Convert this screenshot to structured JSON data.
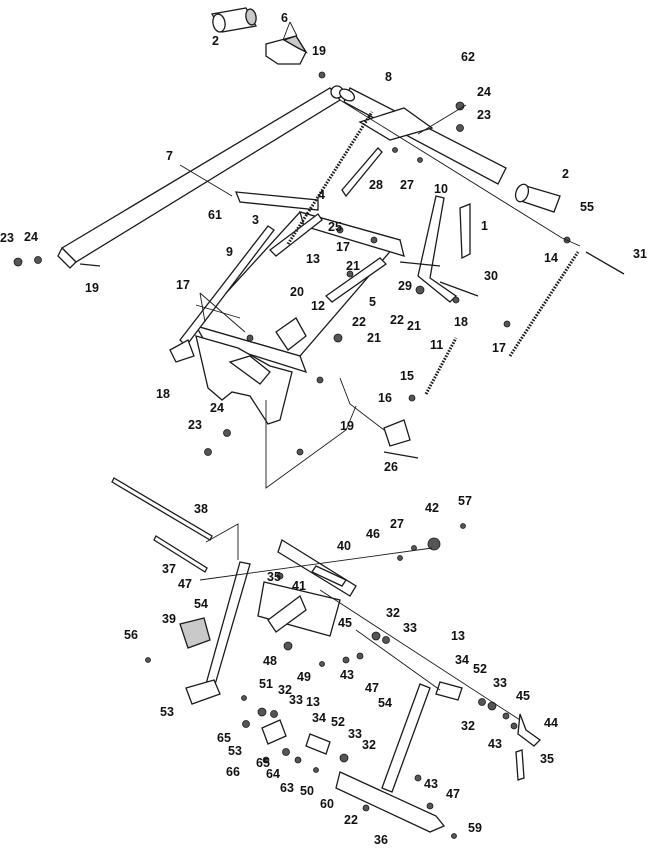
{
  "diagram": {
    "callouts": {
      "c2a": "2",
      "c6": "6",
      "c19a": "19",
      "c8": "8",
      "c62": "62",
      "c24a": "24",
      "c23a": "23",
      "c7": "7",
      "c28": "28",
      "c27a": "27",
      "c10": "10",
      "c2b": "2",
      "c4": "4",
      "c61": "61",
      "c55": "55",
      "c3": "3",
      "c1": "1",
      "c25": "25",
      "c17a": "17",
      "c23b": "23",
      "c24b": "24",
      "c19b": "19",
      "c9": "9",
      "c13a": "13",
      "c21a": "21",
      "c29": "29",
      "c30": "30",
      "c31": "31",
      "c14": "14",
      "c20": "20",
      "c17b": "17",
      "c12": "12",
      "c5": "5",
      "c22a": "22",
      "c21b": "21",
      "c18a": "18",
      "c22b": "22",
      "c21c": "21",
      "c11": "11",
      "c17c": "17",
      "c18b": "18",
      "c15": "15",
      "c24c": "24",
      "c16": "16",
      "c23c": "23",
      "c19c": "19",
      "c26": "26",
      "c38": "38",
      "c42": "42",
      "c57": "57",
      "c46": "46",
      "c27b": "27",
      "c40": "40",
      "c37": "37",
      "c35a": "35",
      "c47a": "47",
      "c41": "41",
      "c54a": "54",
      "c39": "39",
      "c45a": "45",
      "c32a": "32",
      "c33a": "33",
      "c13b": "13",
      "c56": "56",
      "c48": "48",
      "c43a": "43",
      "c49": "49",
      "c47b": "47",
      "c34a": "34",
      "c52a": "52",
      "c33b": "33",
      "c51": "51",
      "c32b": "32",
      "c53a": "53",
      "c13c": "13",
      "c54b": "54",
      "c45b": "45",
      "c33c": "33",
      "c65a": "65",
      "c34b": "34",
      "c52b": "52",
      "c32c": "32",
      "c44": "44",
      "c53b": "53",
      "c33d": "33",
      "c43b": "43",
      "c65b": "65",
      "c32d": "32",
      "c66": "66",
      "c64": "64",
      "c35b": "35",
      "c63": "63",
      "c50": "50",
      "c43c": "43",
      "c60": "60",
      "c47c": "47",
      "c22c": "22",
      "c36": "36",
      "c59": "59"
    }
  }
}
